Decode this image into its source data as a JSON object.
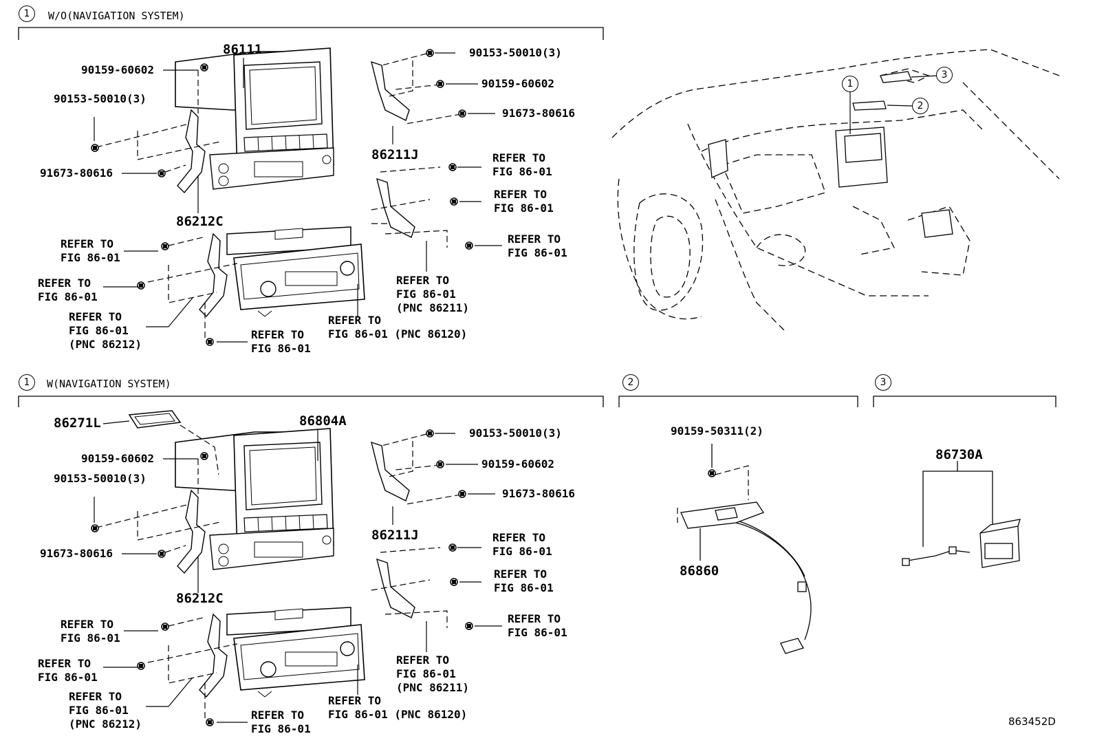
{
  "sections": {
    "s1a": {
      "number": "1",
      "title": "W/O(NAVIGATION SYSTEM)"
    },
    "s1b": {
      "number": "1",
      "title": "W(NAVIGATION SYSTEM)"
    },
    "s2": {
      "number": "2"
    },
    "s3": {
      "number": "3"
    }
  },
  "vehicle_callouts": [
    "1",
    "2",
    "3"
  ],
  "top": {
    "p86111": "86111",
    "p90159_60602_l": "90159-60602",
    "p90153_50010_l": "90153-50010(3)",
    "p91673_80616_l": "91673-80616",
    "p86212C": "86212C",
    "p90153_50010_r": "90153-50010(3)",
    "p90159_60602_r": "90159-60602",
    "p91673_80616_r": "91673-80616",
    "p86211J": "86211J",
    "r1": "REFER TO\nFIG 86-01",
    "r2": "REFER TO\nFIG 86-01",
    "r3": "REFER TO\nFIG 86-01",
    "r4": "REFER TO\nFIG 86-01\n(PNC 86211)",
    "r5": "REFER TO\nFIG 86-01",
    "r6": "REFER TO\nFIG 86-01",
    "r7": "REFER TO\nFIG 86-01\n(PNC 86212)",
    "r8": "REFER TO\nFIG 86-01",
    "r9": "REFER TO\nFIG 86-01 (PNC 86120)"
  },
  "bottom": {
    "p86271L": "86271L",
    "p86804A": "86804A",
    "p90159_60602_l": "90159-60602",
    "p90153_50010_l": "90153-50010(3)",
    "p91673_80616_l": "91673-80616",
    "p86212C": "86212C",
    "p90153_50010_r": "90153-50010(3)",
    "p90159_60602_r": "90159-60602",
    "p91673_80616_r": "91673-80616",
    "p86211J": "86211J",
    "r1": "REFER TO\nFIG 86-01",
    "r2": "REFER TO\nFIG 86-01",
    "r3": "REFER TO\nFIG 86-01",
    "r4": "REFER TO\nFIG 86-01\n(PNC 86211)",
    "r5": "REFER TO\nFIG 86-01",
    "r6": "REFER TO\nFIG 86-01",
    "r7": "REFER TO\nFIG 86-01\n(PNC 86212)",
    "r8": "REFER TO\nFIG 86-01",
    "r9": "REFER TO\nFIG 86-01 (PNC 86120)"
  },
  "s2_parts": {
    "bolt": "90159-50311(2)",
    "antenna": "86860"
  },
  "s3_parts": {
    "module": "86730A"
  },
  "diagram_code": "863452D"
}
